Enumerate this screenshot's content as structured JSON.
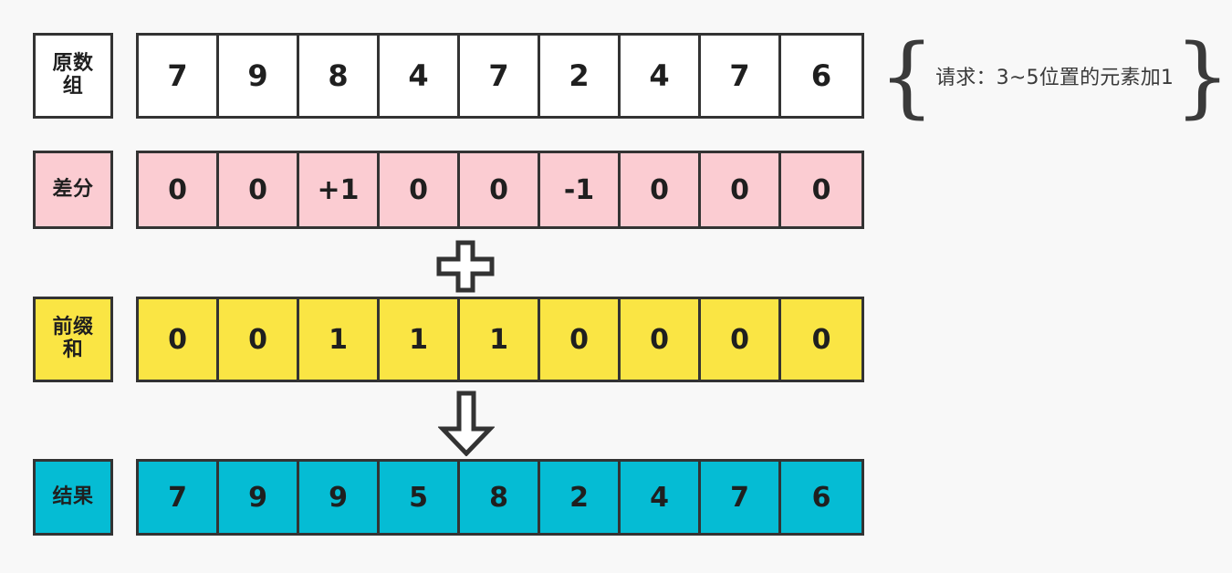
{
  "diagram": {
    "title_note": "请求：3~5位置的元素加1",
    "colors": {
      "background": "#f8f8f8",
      "stroke": "#333333",
      "original": "#ffffff",
      "difference": "#fbccd2",
      "prefix_sum": "#fae544",
      "result": "#05bcd4",
      "text": "#1f1f1f"
    },
    "rows": [
      {
        "key": "original",
        "label": "原数组",
        "label_line1": "原数",
        "label_line2": "组",
        "values": [
          "7",
          "9",
          "8",
          "4",
          "7",
          "2",
          "4",
          "7",
          "6"
        ]
      },
      {
        "key": "difference",
        "label": "差分",
        "label_line1": "差分",
        "label_line2": "",
        "values": [
          "0",
          "0",
          "+1",
          "0",
          "0",
          "-1",
          "0",
          "0",
          "0"
        ]
      },
      {
        "key": "prefix_sum",
        "label": "前缀和",
        "label_line1": "前缀",
        "label_line2": "和",
        "values": [
          "0",
          "0",
          "1",
          "1",
          "1",
          "0",
          "0",
          "0",
          "0"
        ]
      },
      {
        "key": "result",
        "label": "结果",
        "label_line1": "结果",
        "label_line2": "",
        "values": [
          "7",
          "9",
          "9",
          "5",
          "8",
          "2",
          "4",
          "7",
          "6"
        ]
      }
    ],
    "operators": {
      "plus": "plus-sign",
      "arrow": "down-arrow"
    },
    "braces": {
      "left": "{",
      "right": "}"
    }
  }
}
